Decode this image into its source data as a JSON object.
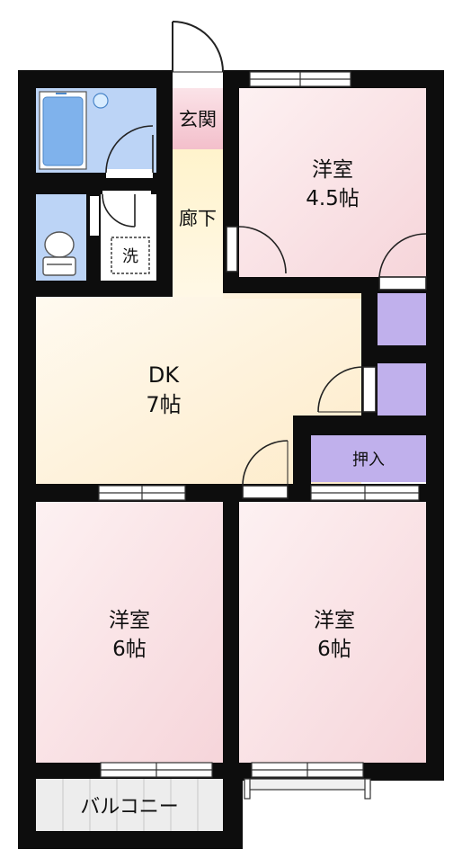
{
  "rooms": {
    "genkan": {
      "label": "玄関"
    },
    "roka": {
      "label": "廊下"
    },
    "sentaku": {
      "label": "洗"
    },
    "western_a": {
      "name": "洋室",
      "size": "4.5帖"
    },
    "dk": {
      "name": "DK",
      "size": "7帖"
    },
    "oshiire": {
      "label": "押入"
    },
    "western_b": {
      "name": "洋室",
      "size": "6帖"
    },
    "western_c": {
      "name": "洋室",
      "size": "6帖"
    },
    "balcony": {
      "label": "バルコニー"
    }
  },
  "colors": {
    "wall": "#0d0d0d",
    "western_room": "#f9dfe2",
    "dk": "#fff4dc",
    "hallway": "#fff0c0",
    "genkan": "#f6cdd6",
    "bath": "#bcd4f6",
    "bathtub": "#7fb2ec",
    "closet": "#c0b0ec",
    "balcony": "#ededed",
    "window": "#bfbfbf"
  }
}
